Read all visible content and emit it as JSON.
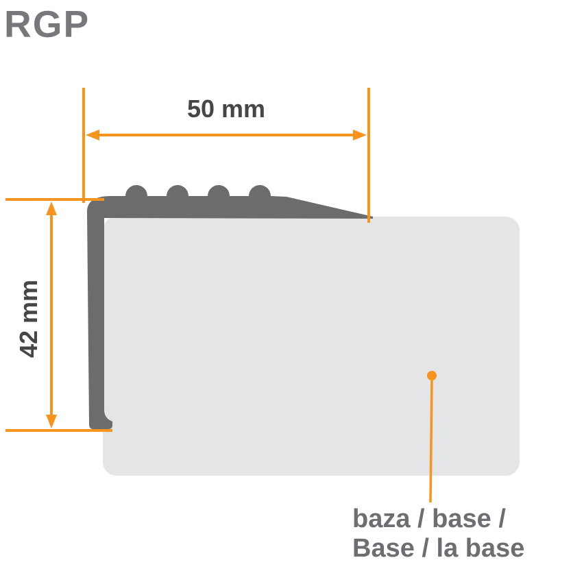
{
  "title": "RGP",
  "dimensions": {
    "width_label": "50 mm",
    "height_label": "42 mm"
  },
  "callout": {
    "line1": "baza / base /",
    "line2": "Base / la base"
  },
  "colors": {
    "accent_orange": "#F7941D",
    "profile_dark": "#6B6C6E",
    "profile_base": "#E4E5E6",
    "title_gray": "#77787B",
    "dimension_text_gray": "#464648",
    "callout_text_gray": "#6D6E71"
  }
}
